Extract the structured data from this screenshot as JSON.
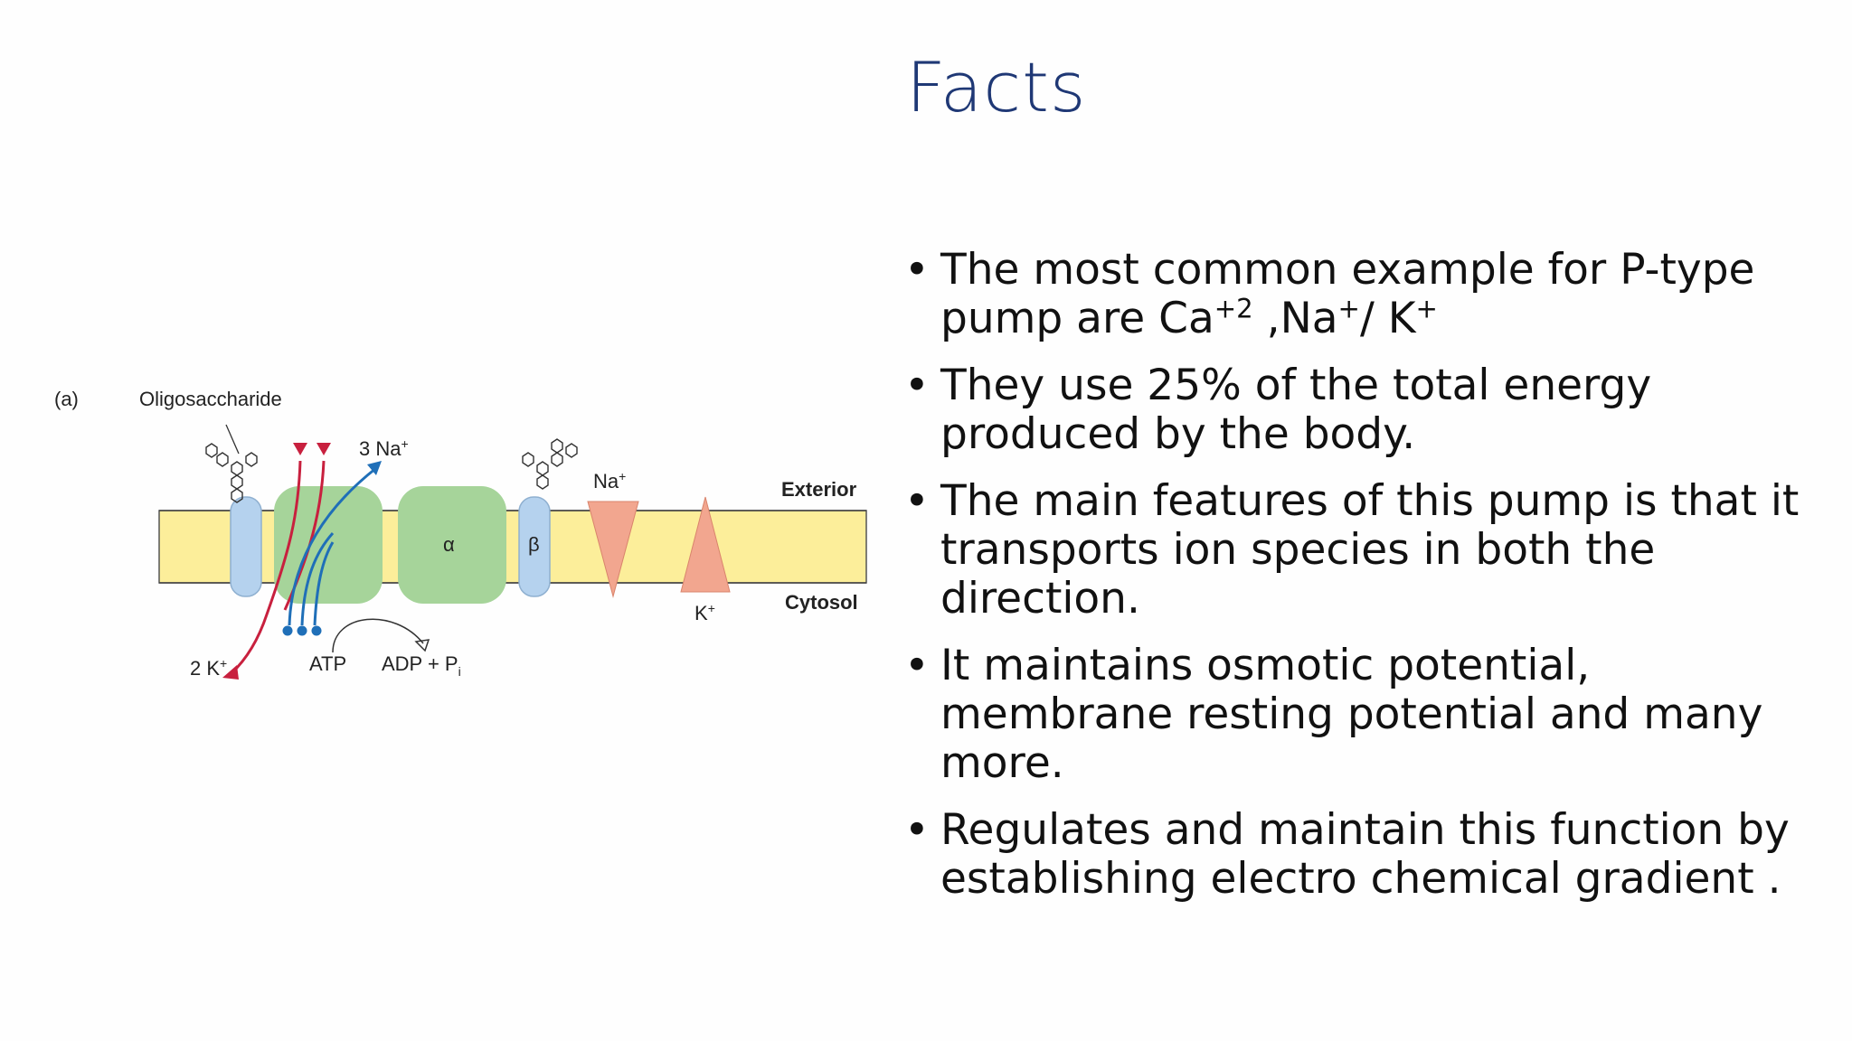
{
  "slide": {
    "title": "Facts",
    "bullets": [
      {
        "text": "The most common example for P-type pump are Ca",
        "sup1": "+2",
        "mid1": " ,Na",
        "sup2": "+",
        "mid2": "/ K",
        "sup3": "+"
      },
      {
        "text": "They use 25% of the total energy produced by the body."
      },
      {
        "text": "The main features of this pump is that it transports ion species in both the direction."
      },
      {
        "text": "It maintains osmotic potential, membrane resting potential and many more."
      },
      {
        "text": "Regulates and maintain this function by establishing electro chemical gradient ."
      }
    ],
    "bullet_glyph": "•"
  },
  "diagram": {
    "panel_label": "(a)",
    "oligosaccharide": "Oligosaccharide",
    "na3": "3 Na",
    "na3_sup": "+",
    "alpha": "α",
    "beta": "β",
    "na": "Na",
    "na_sup": "+",
    "exterior": "Exterior",
    "cytosol": "Cytosol",
    "k": "K",
    "k_sup": "+",
    "k2": "2 K",
    "k2_sup": "+",
    "atp": "ATP",
    "adp": "ADP + P",
    "adp_sub": "i",
    "colors": {
      "membrane": "#fcee9a",
      "protein": "#a6d49a",
      "beta_subunit": "#b5d2ee",
      "channel": "#f2a68f",
      "sodium": "#1f6fb8",
      "potassium": "#c8203e",
      "title": "#1f3875"
    }
  }
}
